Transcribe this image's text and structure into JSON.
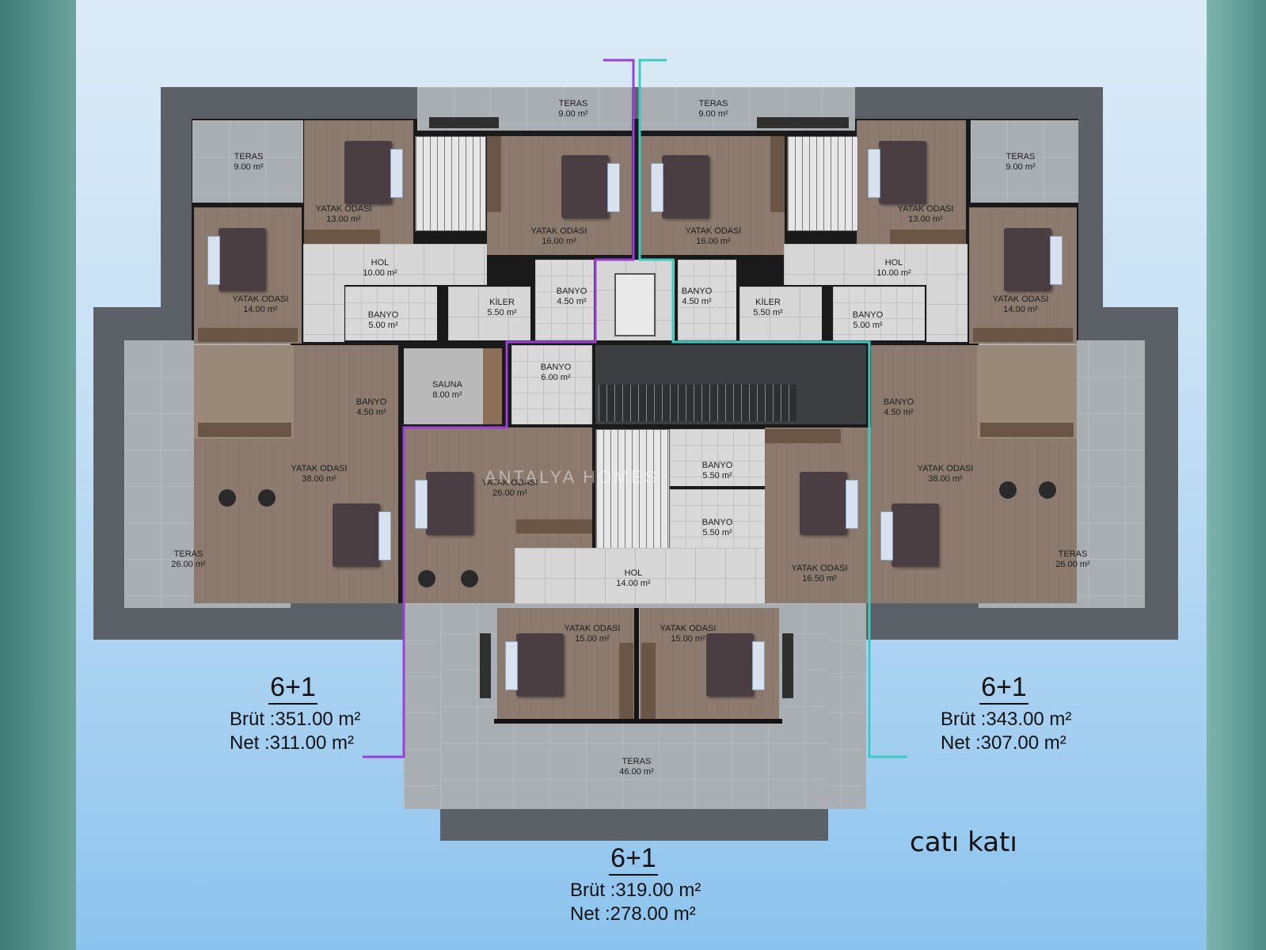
{
  "floor_name": "catı katı",
  "watermark": "ANTALYA HOMES",
  "units": [
    {
      "type": "6+1",
      "brut_label": "Brüt :351.00 m²",
      "net_label": "Net  :311.00 m²"
    },
    {
      "type": "6+1",
      "brut_label": "Brüt :343.00 m²",
      "net_label": "Net  :307.00 m²"
    },
    {
      "type": "6+1",
      "brut_label": "Brüt :319.00 m²",
      "net_label": "Net  :278.00 m²"
    }
  ],
  "rooms": [
    {
      "name": "TERAS",
      "area": "9.00 m²"
    },
    {
      "name": "TERAS",
      "area": "9.00 m²"
    },
    {
      "name": "TERAS",
      "area": "9.00 m²"
    },
    {
      "name": "TERAS",
      "area": "9.00 m²"
    },
    {
      "name": "YATAK ODASI",
      "area": "13.00 m²"
    },
    {
      "name": "YATAK ODASI",
      "area": "16.00 m²"
    },
    {
      "name": "YATAK ODASI",
      "area": "16.00 m²"
    },
    {
      "name": "YATAK ODASI",
      "area": "13.00 m²"
    },
    {
      "name": "HOL",
      "area": "10.00 m²"
    },
    {
      "name": "HOL",
      "area": "10.00 m²"
    },
    {
      "name": "YATAK ODASI",
      "area": "14.00 m²"
    },
    {
      "name": "YATAK ODASI",
      "area": "14.00 m²"
    },
    {
      "name": "BANYO",
      "area": "5.00 m²"
    },
    {
      "name": "KİLER",
      "area": "5.50 m²"
    },
    {
      "name": "BANYO",
      "area": "4.50 m²"
    },
    {
      "name": "BANYO",
      "area": "4.50 m²"
    },
    {
      "name": "KİLER",
      "area": "5.50 m²"
    },
    {
      "name": "BANYO",
      "area": "5.00 m²"
    },
    {
      "name": "BANYO",
      "area": "6.00 m²"
    },
    {
      "name": "SAUNA",
      "area": "8.00 m²"
    },
    {
      "name": "BANYO",
      "area": "4.50 m²"
    },
    {
      "name": "BANYO",
      "area": "4.50 m²"
    },
    {
      "name": "YATAK ODASI",
      "area": "38.00 m²"
    },
    {
      "name": "YATAK ODASI",
      "area": "26.00 m²"
    },
    {
      "name": "BANYO",
      "area": "5.50 m²"
    },
    {
      "name": "BANYO",
      "area": "5.50 m²"
    },
    {
      "name": "YATAK ODASI",
      "area": "38.00 m²"
    },
    {
      "name": "TERAS",
      "area": "26.00 m²"
    },
    {
      "name": "TERAS",
      "area": "26.00 m²"
    },
    {
      "name": "HOL",
      "area": "14.00 m²"
    },
    {
      "name": "YATAK ODASI",
      "area": "16.50 m²"
    },
    {
      "name": "YATAK ODASI",
      "area": "15.00 m²"
    },
    {
      "name": "YATAK ODASI",
      "area": "15.00 m²"
    },
    {
      "name": "TERAS",
      "area": "46.00 m²"
    }
  ],
  "colors": {
    "unit_left_line": "#9b3fd6",
    "unit_right_line": "#3fc9c0",
    "unit_top_line_a": "#9b3fd6",
    "unit_top_line_b": "#3fc9c0"
  }
}
